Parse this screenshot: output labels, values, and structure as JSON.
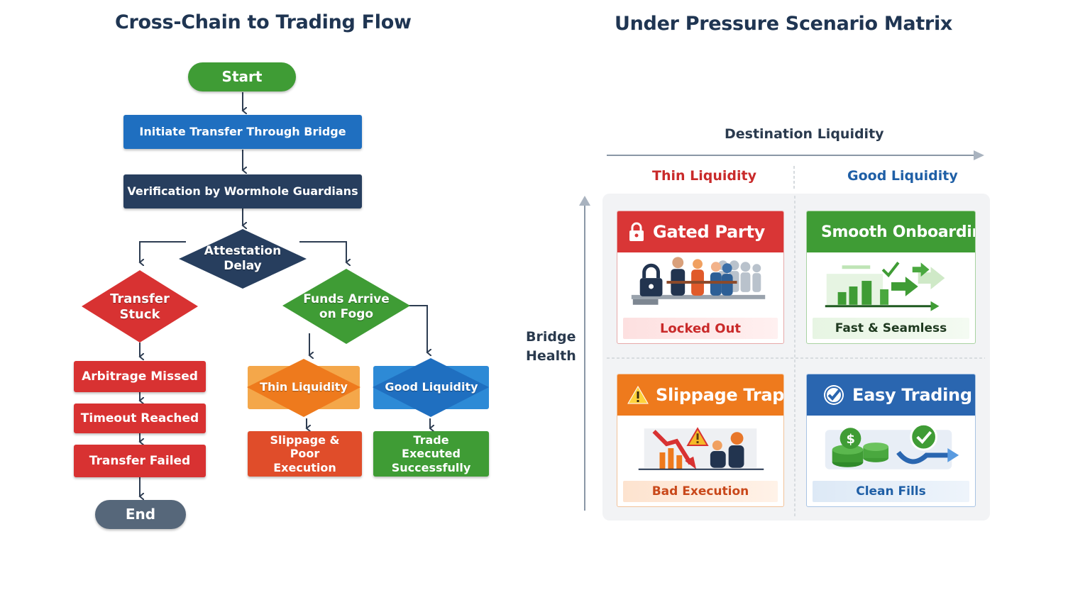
{
  "flow": {
    "title": "Cross-Chain to Trading Flow",
    "start": "Start",
    "initiate": "Initiate Transfer Through Bridge",
    "verify": "Verification by Wormhole Guardians",
    "attestation": "Attestation Delay",
    "stuck": "Transfer Stuck",
    "arrive": "Funds Arrive on Fogo",
    "arb": "Arbitrage Missed",
    "timeout": "Timeout Reached",
    "failed": "Transfer Failed",
    "end": "End",
    "thin": "Thin Liquidity",
    "good": "Good Liquidity",
    "slippage": "Slippage & Poor Execution",
    "executed": "Trade Executed Successfully"
  },
  "matrix": {
    "title": "Under Pressure Scenario Matrix",
    "x_axis": "Destination Liquidity",
    "y_axis": "Bridge Health",
    "col_thin": "Thin Liquidity",
    "col_good": "Good Liquidity",
    "cards": {
      "gated": {
        "title": "Gated Party",
        "caption": "Locked Out",
        "icon": "lock-icon"
      },
      "smooth": {
        "title": "Smooth Onboarding",
        "caption": "Fast & Seamless",
        "icon": ""
      },
      "slippage": {
        "title": "Slippage Trap",
        "caption": "Bad Execution",
        "icon": "warning-icon"
      },
      "easy": {
        "title": "Easy Trading",
        "caption": "Clean Fills",
        "icon": "check-badge-icon"
      }
    }
  },
  "colors": {
    "green": "#3f9c35",
    "blue": "#1f6fc0",
    "navy": "#273e5e",
    "red": "#d83232",
    "orange": "#ee7a1d",
    "slate": "#56677a",
    "matrix_red": "#d93636",
    "matrix_blue": "#2a66b0",
    "title": "#1f3552"
  }
}
